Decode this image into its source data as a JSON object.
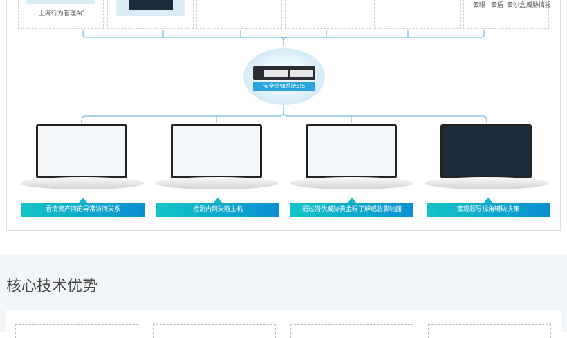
{
  "top_devices": {
    "ac_label": "上网行为管理AC",
    "cloud_items": [
      "云眼",
      "云盾",
      "云沙盒",
      "威胁情报"
    ]
  },
  "center": {
    "label": "安全感知系统SIS"
  },
  "features": [
    {
      "label": "看清资产间的异常访问关系"
    },
    {
      "label": "检测内网失陷主机"
    },
    {
      "label": "通过潜伏威胁黄金眼了解威胁影响面"
    },
    {
      "label": "宏观领导视角辅助决策"
    }
  ],
  "section": {
    "title": "核心技术优势"
  },
  "colors": {
    "accent": "#29a4dc",
    "gradient_start": "#12c4c6",
    "gradient_end": "#0a8fd2"
  }
}
